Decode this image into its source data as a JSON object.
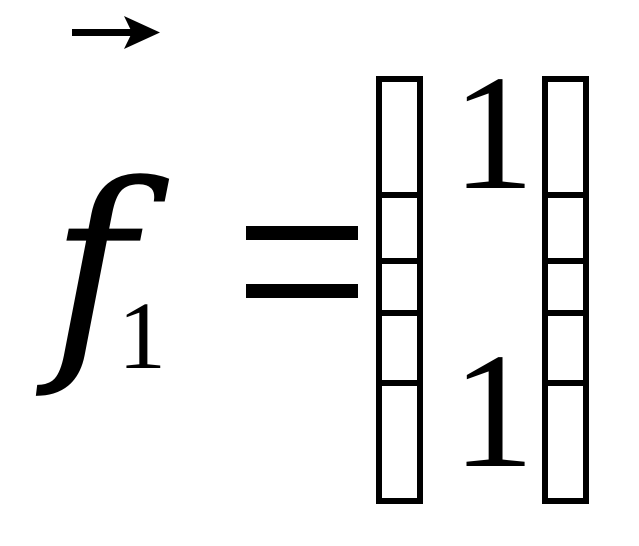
{
  "equation": {
    "variable": "f",
    "subscript": "1",
    "vector_marker": "right-arrow-icon",
    "relation": "=",
    "matrix_entries": [
      "1",
      "1"
    ],
    "color": "#000000"
  }
}
